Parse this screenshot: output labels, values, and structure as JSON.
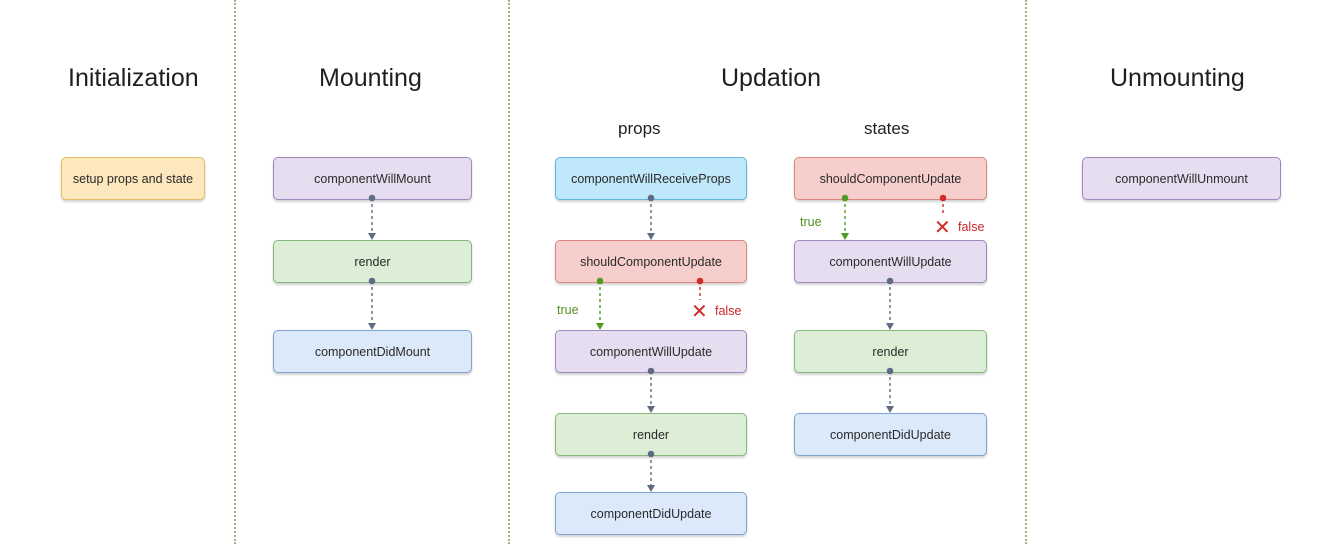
{
  "headings": {
    "initialization": "Initialization",
    "mounting": "Mounting",
    "updation": "Updation",
    "unmounting": "Unmounting"
  },
  "subheadings": {
    "props": "props",
    "states": "states"
  },
  "boxes": {
    "setup": "setup props and state",
    "mount_will": "componentWillMount",
    "mount_render": "render",
    "mount_did": "componentDidMount",
    "props_receive": "componentWillReceiveProps",
    "props_should": "shouldComponentUpdate",
    "props_will": "componentWillUpdate",
    "props_render": "render",
    "props_did": "componentDidUpdate",
    "states_should": "shouldComponentUpdate",
    "states_will": "componentWillUpdate",
    "states_render": "render",
    "states_did": "componentDidUpdate",
    "unmount_will": "componentWillUnmount"
  },
  "labels": {
    "true": "true",
    "false": "false"
  },
  "icons": {
    "false_mark": "cross-icon"
  },
  "colors": {
    "yellow": "#fde7bd",
    "purple": "#e7ddf0",
    "green": "#dcefd6",
    "blue": "#dbe9fb",
    "cyan": "#bfe8fb",
    "red": "#f6cfcc",
    "true_color": "#4f8f1f",
    "false_color": "#c8262d"
  }
}
